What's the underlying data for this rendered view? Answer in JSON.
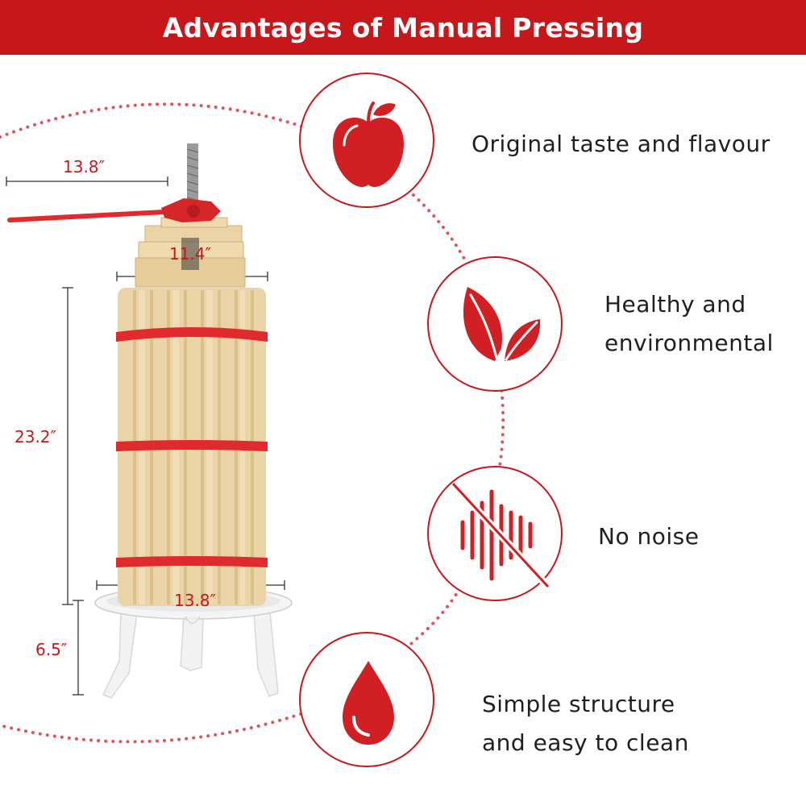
{
  "title": "Advantages of Manual Pressing",
  "colors": {
    "accent": "#c8171b",
    "wood": "#e8cf9e",
    "text": "#1f1f1f"
  },
  "dimensions": {
    "handle_width": "13.8″",
    "top_width": "11.4″",
    "body_height": "23.2″",
    "base_width": "13.8″",
    "stand_height": "6.5″"
  },
  "features": [
    {
      "icon": "apple-icon",
      "lines": [
        "Original taste and flavour"
      ]
    },
    {
      "icon": "leaf-icon",
      "lines": [
        "Healthy and",
        "environmental"
      ]
    },
    {
      "icon": "no-noise-icon",
      "lines": [
        "No noise"
      ]
    },
    {
      "icon": "water-drop-icon",
      "lines": [
        "Simple structure",
        "and easy to clean"
      ]
    }
  ]
}
